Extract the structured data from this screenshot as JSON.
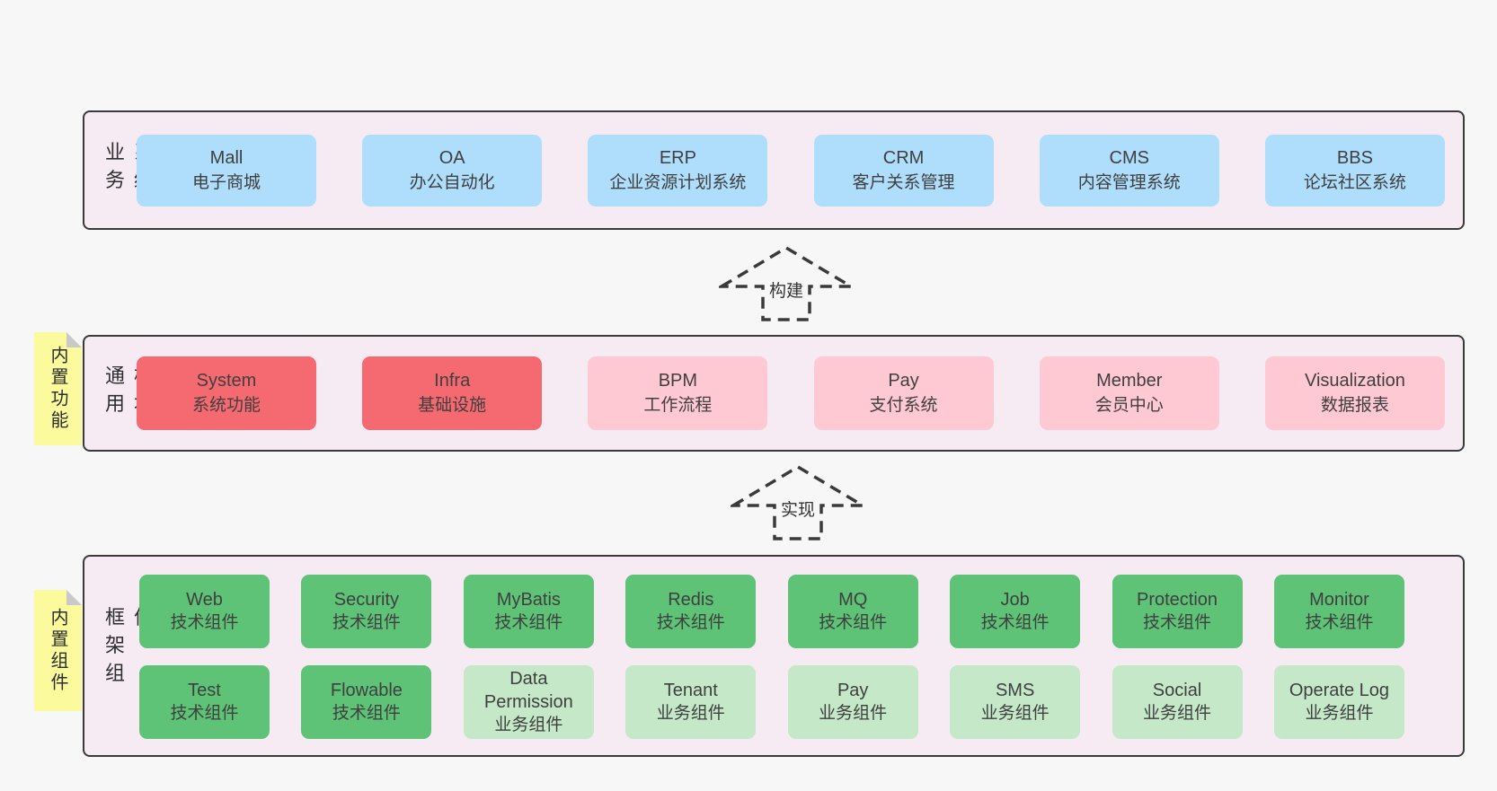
{
  "layers": {
    "business": {
      "label": "业务系统",
      "boxes": [
        {
          "title": "Mall",
          "subtitle": "电子商城"
        },
        {
          "title": "OA",
          "subtitle": "办公自动化"
        },
        {
          "title": "ERP",
          "subtitle": "企业资源计划系统"
        },
        {
          "title": "CRM",
          "subtitle": "客户关系管理"
        },
        {
          "title": "CMS",
          "subtitle": "内容管理系统"
        },
        {
          "title": "BBS",
          "subtitle": "论坛社区系统"
        }
      ]
    },
    "modules": {
      "label": "通用模块",
      "note": "内置功能",
      "boxes": [
        {
          "title": "System",
          "subtitle": "系统功能"
        },
        {
          "title": "Infra",
          "subtitle": "基础设施"
        },
        {
          "title": "BPM",
          "subtitle": "工作流程"
        },
        {
          "title": "Pay",
          "subtitle": "支付系统"
        },
        {
          "title": "Member",
          "subtitle": "会员中心"
        },
        {
          "title": "Visualization",
          "subtitle": "数据报表"
        }
      ]
    },
    "framework": {
      "label": "框架组件",
      "note": "内置组件",
      "row1": [
        {
          "title": "Web",
          "subtitle": "技术组件"
        },
        {
          "title": "Security",
          "subtitle": "技术组件"
        },
        {
          "title": "MyBatis",
          "subtitle": "技术组件"
        },
        {
          "title": "Redis",
          "subtitle": "技术组件"
        },
        {
          "title": "MQ",
          "subtitle": "技术组件"
        },
        {
          "title": "Job",
          "subtitle": "技术组件"
        },
        {
          "title": "Protection",
          "subtitle": "技术组件"
        },
        {
          "title": "Monitor",
          "subtitle": "技术组件"
        }
      ],
      "row2": [
        {
          "title": "Test",
          "subtitle": "技术组件"
        },
        {
          "title": "Flowable",
          "subtitle": "技术组件"
        },
        {
          "title": "Data Permission",
          "subtitle": "业务组件"
        },
        {
          "title": "Tenant",
          "subtitle": "业务组件"
        },
        {
          "title": "Pay",
          "subtitle": "业务组件"
        },
        {
          "title": "SMS",
          "subtitle": "业务组件"
        },
        {
          "title": "Social",
          "subtitle": "业务组件"
        },
        {
          "title": "Operate Log",
          "subtitle": "业务组件"
        }
      ]
    }
  },
  "arrows": [
    {
      "label": "构建"
    },
    {
      "label": "实现"
    }
  ],
  "colors": {
    "page_bg": "#f7f7f7",
    "panel_bg": "#f6eaf3",
    "panel_border": "#3a3a3a",
    "box_blue": "#aedefb",
    "box_red": "#f56a70",
    "box_pink": "#ffc9d4",
    "box_green": "#5ec377",
    "box_light_green": "#c4e8c8",
    "note_yellow": "#fbfb9d",
    "note_fold_gray": "#c9c9c9",
    "text": "#3f3f3f"
  }
}
